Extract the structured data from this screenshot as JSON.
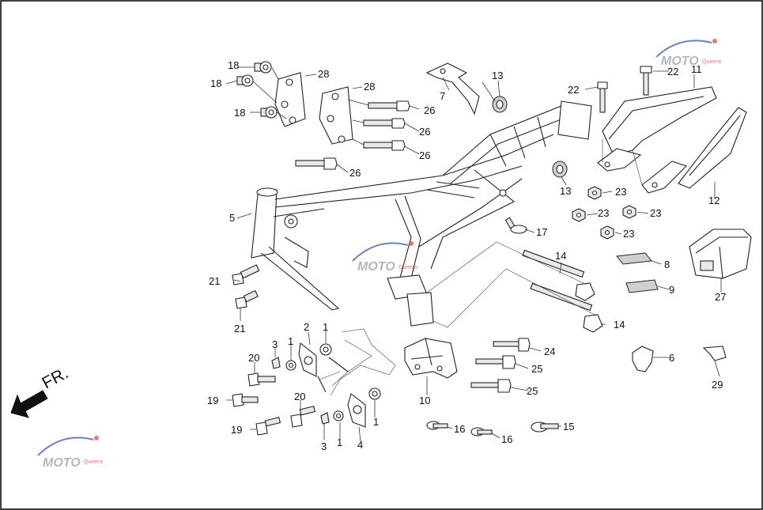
{
  "direction_label": "FR.",
  "watermark": {
    "text": "MOTO",
    "sub": "Queens",
    "color_red": "#e23b3b",
    "color_blue": "#2f4fa8",
    "color_gray": "#9a9a9a"
  },
  "callouts": [
    {
      "id": "c18a",
      "label": "18"
    },
    {
      "id": "c18b",
      "label": "18"
    },
    {
      "id": "c18c",
      "label": "18"
    },
    {
      "id": "c28a",
      "label": "28"
    },
    {
      "id": "c28b",
      "label": "28"
    },
    {
      "id": "c26a",
      "label": "26"
    },
    {
      "id": "c26b",
      "label": "26"
    },
    {
      "id": "c26c",
      "label": "26"
    },
    {
      "id": "c26d",
      "label": "26"
    },
    {
      "id": "c7",
      "label": "7"
    },
    {
      "id": "c13a",
      "label": "13"
    },
    {
      "id": "c13b",
      "label": "13"
    },
    {
      "id": "c22a",
      "label": "22"
    },
    {
      "id": "c22b",
      "label": "22"
    },
    {
      "id": "c11",
      "label": "11"
    },
    {
      "id": "c12",
      "label": "12"
    },
    {
      "id": "c23a",
      "label": "23"
    },
    {
      "id": "c23b",
      "label": "23"
    },
    {
      "id": "c23c",
      "label": "23"
    },
    {
      "id": "c23d",
      "label": "23"
    },
    {
      "id": "c5",
      "label": "5"
    },
    {
      "id": "c17",
      "label": "17"
    },
    {
      "id": "c14a",
      "label": "14"
    },
    {
      "id": "c14b",
      "label": "14"
    },
    {
      "id": "c8",
      "label": "8"
    },
    {
      "id": "c9",
      "label": "9"
    },
    {
      "id": "c27",
      "label": "27"
    },
    {
      "id": "c21a",
      "label": "21"
    },
    {
      "id": "c21b",
      "label": "21"
    },
    {
      "id": "c2",
      "label": "2"
    },
    {
      "id": "c1a",
      "label": "1"
    },
    {
      "id": "c1b",
      "label": "1"
    },
    {
      "id": "c1c",
      "label": "1"
    },
    {
      "id": "c1d",
      "label": "1"
    },
    {
      "id": "c3a",
      "label": "3"
    },
    {
      "id": "c3b",
      "label": "3"
    },
    {
      "id": "c20a",
      "label": "20"
    },
    {
      "id": "c20b",
      "label": "20"
    },
    {
      "id": "c19a",
      "label": "19"
    },
    {
      "id": "c19b",
      "label": "19"
    },
    {
      "id": "c4",
      "label": "4"
    },
    {
      "id": "c10",
      "label": "10"
    },
    {
      "id": "c24",
      "label": "24"
    },
    {
      "id": "c25a",
      "label": "25"
    },
    {
      "id": "c25b",
      "label": "25"
    },
    {
      "id": "c6",
      "label": "6"
    },
    {
      "id": "c29",
      "label": "29"
    },
    {
      "id": "c16a",
      "label": "16"
    },
    {
      "id": "c16b",
      "label": "16"
    },
    {
      "id": "c15",
      "label": "15"
    }
  ]
}
